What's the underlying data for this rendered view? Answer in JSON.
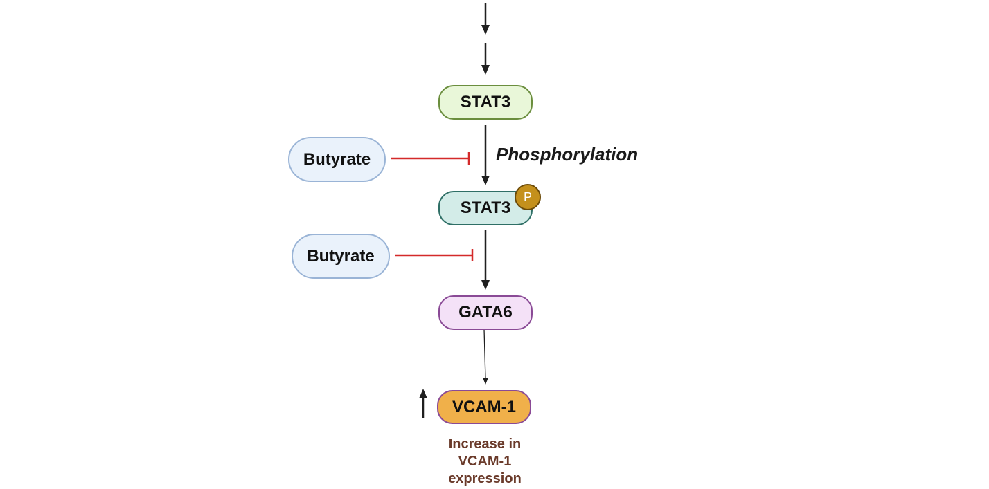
{
  "nodes": {
    "stat3": {
      "label": "STAT3",
      "fill": "#e9f7d9",
      "border": "#6b8e3e"
    },
    "stat3_p": {
      "label": "STAT3",
      "fill": "#d3ece8",
      "border": "#2f6f66"
    },
    "phospho_badge": {
      "label": "P",
      "fill": "#c4901c",
      "border": "#6b4a08"
    },
    "gata6": {
      "label": "GATA6",
      "fill": "#f4e1f7",
      "border": "#8a4a96"
    },
    "vcam1": {
      "label": "VCAM-1",
      "fill": "#f0b04a",
      "border": "#8a4a96"
    }
  },
  "inhibitors": [
    {
      "label": "Butyrate",
      "fill": "#eaf2fb",
      "border": "#9ab4d6"
    },
    {
      "label": "Butyrate",
      "fill": "#eaf2fb",
      "border": "#9ab4d6"
    }
  ],
  "edges": {
    "phosphorylation_label": "Phosphorylation"
  },
  "outcome": {
    "line1": "Increase in",
    "line2": "VCAM-1",
    "line3": "expression"
  },
  "colors": {
    "arrow": "#1f1f1f",
    "inhibition": "#d42a2a",
    "outcome_text": "#6a3a2a"
  }
}
